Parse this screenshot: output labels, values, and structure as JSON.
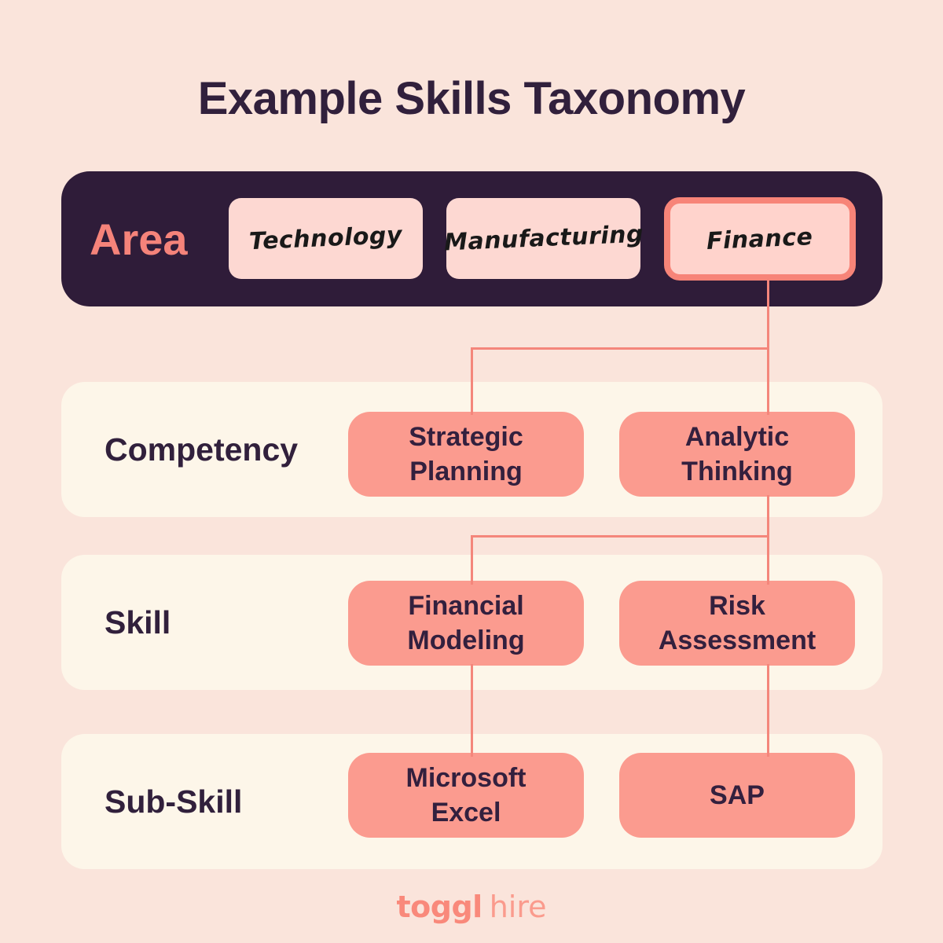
{
  "title": "Example Skills Taxonomy",
  "area": {
    "label": "Area",
    "boxes": [
      {
        "label": "Technology",
        "highlighted": false
      },
      {
        "label": "Manufacturing",
        "highlighted": false
      },
      {
        "label": "Finance",
        "highlighted": true
      }
    ]
  },
  "rows": [
    {
      "label": "Competency",
      "nodes": [
        {
          "label": "Strategic Planning"
        },
        {
          "label": "Analytic Thinking"
        }
      ]
    },
    {
      "label": "Skill",
      "nodes": [
        {
          "label": "Financial Modeling"
        },
        {
          "label": "Risk Assessment"
        }
      ]
    },
    {
      "label": "Sub-Skill",
      "nodes": [
        {
          "label": "Microsoft Excel"
        },
        {
          "label": "SAP"
        }
      ]
    }
  ],
  "footer": {
    "brand": "toggl",
    "brand_suffix": "hire"
  },
  "colors": {
    "background": "#FAE4DB",
    "dark_purple": "#2F1C39",
    "title_color": "#31203C",
    "coral": "#F5837A",
    "light_pink": "#FDD8D2",
    "finance_fill": "#FFD3CC",
    "finance_border": "#F78478",
    "salmon": "#FB9B8F",
    "cream": "#FDF6E9",
    "connector": "#F4867B",
    "node_text": "#33203E",
    "handwriting": "#191919",
    "logo_bold": "#F9897B",
    "logo_light": "#FA9B8D"
  }
}
